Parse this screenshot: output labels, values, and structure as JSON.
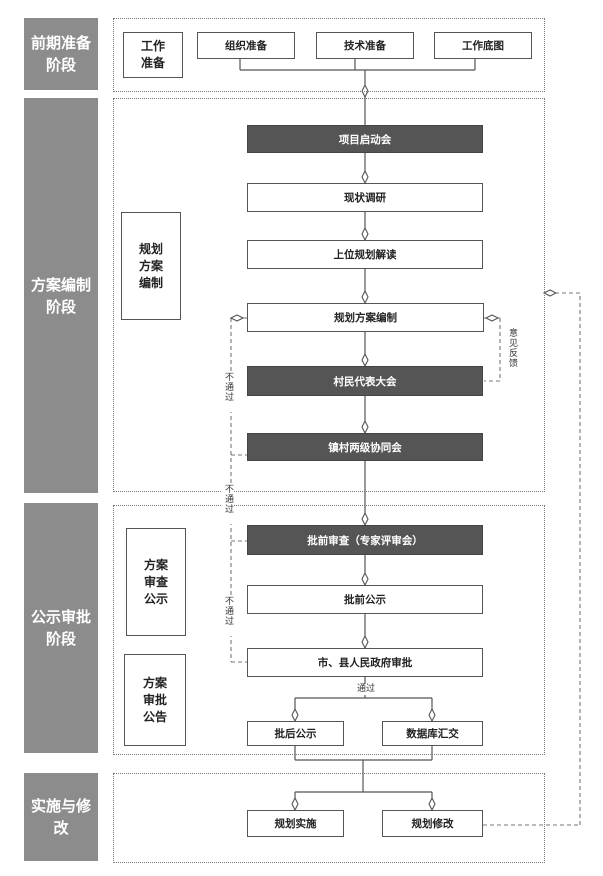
{
  "phases": {
    "prep": "前期准备阶段",
    "compile": "方案编制阶段",
    "approve": "公示审批阶段",
    "implement": "实施与修改"
  },
  "side_boxes": {
    "work_prep": "工作准备",
    "plan_compile": "规划方案编制",
    "review_publicity": "方案审查公示",
    "approval_notice": "方案审批公告"
  },
  "nodes": {
    "org_prep": "组织准备",
    "tech_prep": "技术准备",
    "base_map": "工作底图",
    "kickoff": "项目启动会",
    "survey": "现状调研",
    "upper_plan": "上位规划解读",
    "plan_drafting": "规划方案编制",
    "villager_congress": "村民代表大会",
    "town_village_meeting": "镇村两级协同会",
    "pre_review": "批前审查（专家评审会）",
    "pre_publicity": "批前公示",
    "gov_approval": "市、县人民政府审批",
    "post_publicity": "批后公示",
    "database": "数据库汇交",
    "implement_plan": "规划实施",
    "modify_plan": "规划修改"
  },
  "labels": {
    "feedback": "意见反馈",
    "not_pass_1": "不通过",
    "not_pass_2": "不通过",
    "not_pass_3": "不通过",
    "pass": "通过"
  }
}
